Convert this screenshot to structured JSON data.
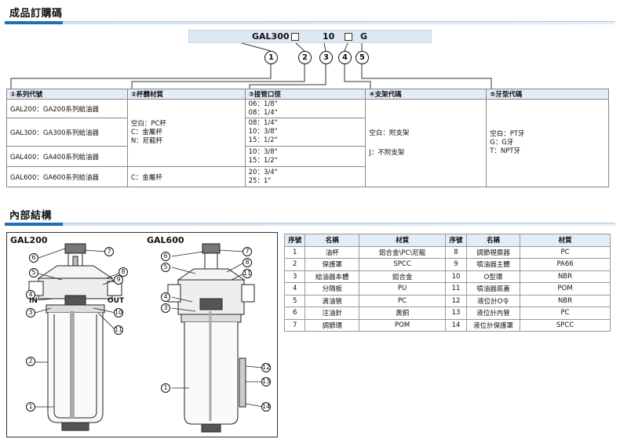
{
  "section1": {
    "title": "成品訂購碼"
  },
  "code": {
    "model": "GAL300",
    "size": "10",
    "suffix": "G",
    "markers": [
      "1",
      "2",
      "3",
      "4",
      "5"
    ]
  },
  "spec_table": {
    "headers": [
      "①系列代號",
      "②杯體材質",
      "③接管口徑",
      "④支架代碼",
      "⑤牙型代碼"
    ],
    "series": [
      "GAL200：GA200系列給油器",
      "GAL300：GA300系列給油器",
      "GAL400：GA400系列給油器",
      "GAL600：GA600系列給油器"
    ],
    "bowl_material": {
      "group1": [
        "空白：PC杯",
        "C：金屬杯",
        "N：尼龍杯"
      ],
      "group2": "C：金屬杯"
    },
    "port_size": [
      [
        "06：1/8\"",
        "08：1/4\""
      ],
      [
        "08：1/4\"",
        "10：3/8\"",
        "15：1/2\""
      ],
      [
        "10：3/8\"",
        "15：1/2\""
      ],
      [
        "20：3/4\"",
        "25：1\""
      ]
    ],
    "bracket": [
      "空白：附支架",
      "J：不附支架"
    ],
    "thread": [
      "空白：PT牙",
      "G：G牙",
      "T：NPT牙"
    ]
  },
  "section2": {
    "title": "內部結構"
  },
  "diagram": {
    "left_label": "GAL200",
    "right_label": "GAL600",
    "in_label": "IN",
    "out_label": "OUT",
    "markers": [
      "1",
      "2",
      "3",
      "4",
      "5",
      "6",
      "7",
      "8",
      "9",
      "10",
      "11",
      "12",
      "13",
      "14"
    ]
  },
  "parts_table": {
    "headers": [
      "序號",
      "名稱",
      "材質",
      "序號",
      "名稱",
      "材質"
    ],
    "rows": [
      [
        "1",
        "油杯",
        "鋁合金\\PC\\尼龍",
        "8",
        "調節視察器",
        "PC"
      ],
      [
        "2",
        "保護罩",
        "SPCC",
        "9",
        "噴油器主體",
        "PA66"
      ],
      [
        "3",
        "給油器本體",
        "鋁合金",
        "10",
        "O型環",
        "NBR"
      ],
      [
        "4",
        "分隔板",
        "PU",
        "11",
        "噴油器底蓋",
        "POM"
      ],
      [
        "5",
        "滴油管",
        "PC",
        "12",
        "液位計O令",
        "NBR"
      ],
      [
        "6",
        "注油針",
        "黃銅",
        "13",
        "液位計內管",
        "PC"
      ],
      [
        "7",
        "調節環",
        "POM",
        "14",
        "液位計保護罩",
        "SPCC"
      ]
    ]
  },
  "colors": {
    "accent": "#1f6fb5",
    "header_bg": "#e3edf7",
    "code_bar_bg": "#dde8f3"
  }
}
